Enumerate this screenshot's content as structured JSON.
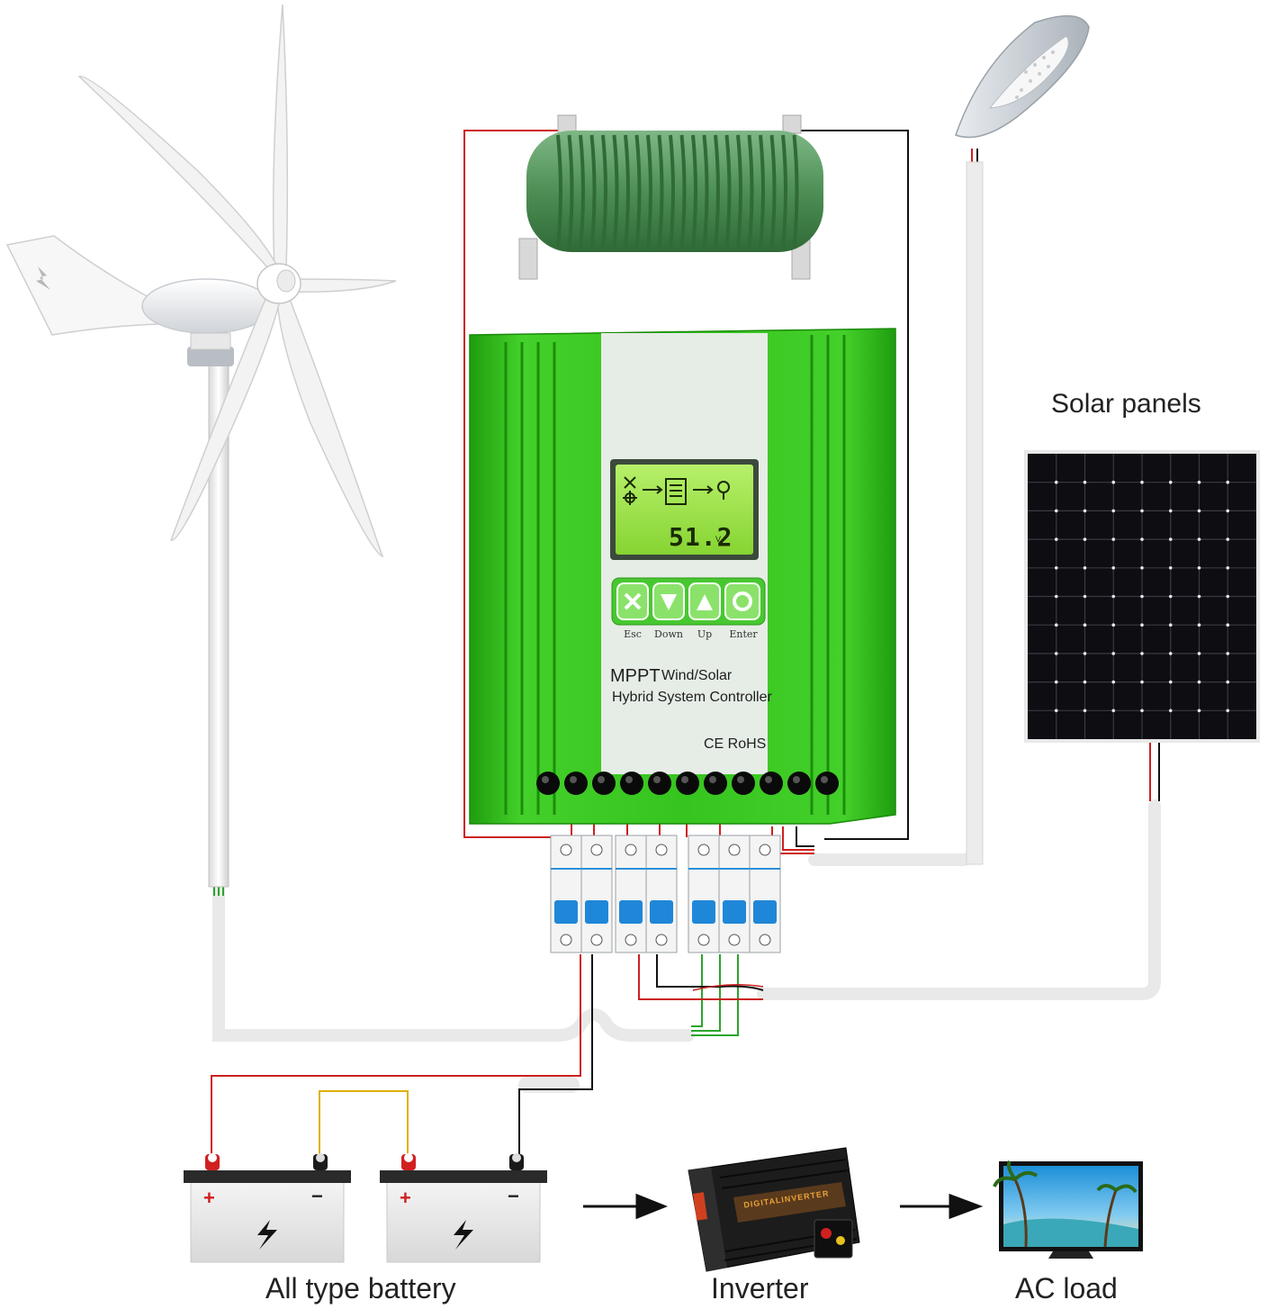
{
  "labels": {
    "solar_panels": "Solar panels",
    "battery": "All type battery",
    "inverter": "Inverter",
    "ac_load": "AC load"
  },
  "controller": {
    "title_line1_a": "MPPT",
    "title_line1_b": "Wind/Solar",
    "title_line2": "Hybrid System Controller",
    "cert": "CE RoHS",
    "display_value": "51.2",
    "display_unit": "V",
    "buttons": [
      "Esc",
      "Down",
      "Up",
      "Enter"
    ]
  },
  "inverter_brand": "DIGITALINVERTER",
  "battery_terminals": {
    "positive": "+",
    "negative": "−"
  },
  "colors": {
    "controller_green": "#35c41c",
    "controller_dark": "#1e9a0c",
    "lcd_green": "#9fe34a",
    "wire_red": "#cc2020",
    "wire_black": "#111111",
    "wire_yellow": "#e0b000",
    "wire_green": "#2aa52a",
    "resistor_green": "#4e8f56",
    "breaker_blue": "#1f87d8",
    "solar_cell": "#0d0d12"
  }
}
